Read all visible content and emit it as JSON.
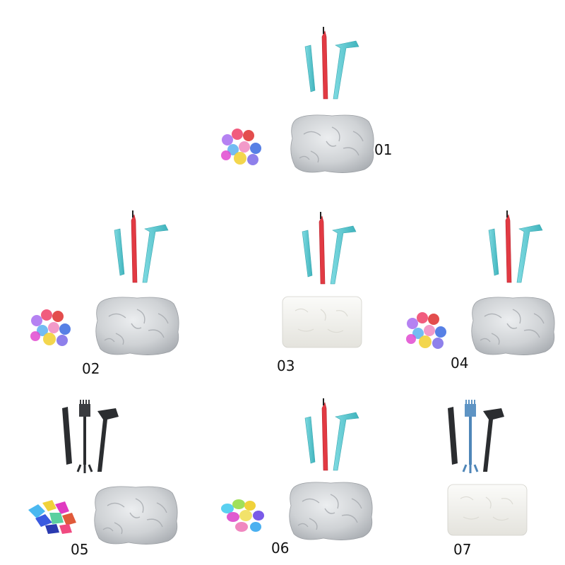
{
  "kits": [
    {
      "label": "01",
      "tools": "chisel-pen-hammer-teal",
      "block": "rock-grey",
      "gems": "mixed-gems"
    },
    {
      "label": "02",
      "tools": "chisel-pen-hammer-teal",
      "block": "rock-grey",
      "gems": "mixed-gems"
    },
    {
      "label": "03",
      "tools": "chisel-pen-hammer-teal",
      "block": "plaster-white",
      "gems": ""
    },
    {
      "label": "04",
      "tools": "chisel-pen-hammer-teal",
      "block": "rock-grey",
      "gems": "mixed-gems"
    },
    {
      "label": "05",
      "tools": "chisel-brush-hammer-black",
      "block": "rock-grey",
      "gems": "colored-gems"
    },
    {
      "label": "06",
      "tools": "chisel-pen-hammer-teal",
      "block": "rock-grey",
      "gems": "round-gems"
    },
    {
      "label": "07",
      "tools": "chisel-brush-hammer-black-blue",
      "block": "plaster-white",
      "gems": ""
    }
  ],
  "colors": {
    "teal": "#55c7cf",
    "red": "#e23a43",
    "black": "#2b2d30",
    "rock": "#c9cbce",
    "plaster": "#f1f1ef",
    "brush_blue": "#4f86b8"
  }
}
